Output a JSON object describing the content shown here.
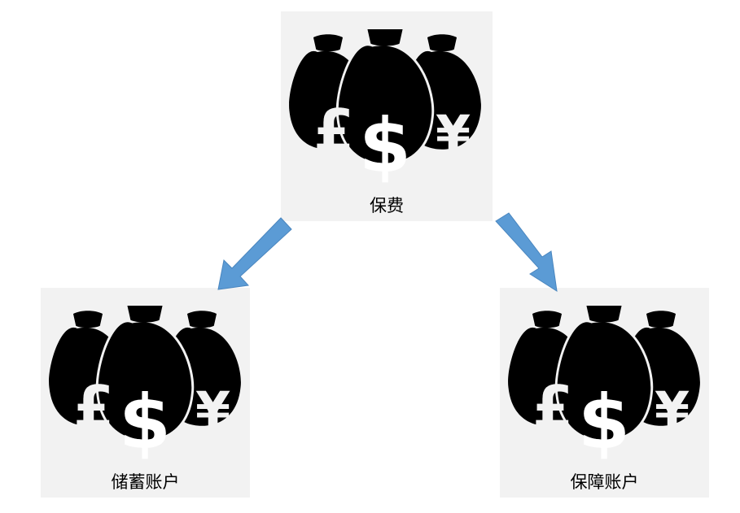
{
  "nodes": {
    "top": {
      "label": "保费"
    },
    "left": {
      "label": "储蓄账户"
    },
    "right": {
      "label": "保障账户"
    }
  },
  "icons": {
    "money_bags": "money-bags-icon",
    "pound": "£",
    "dollar": "$",
    "yen": "¥"
  },
  "colors": {
    "box": "#f2f2f2",
    "bag": "#000000",
    "arrow": "#5b9bd5"
  }
}
